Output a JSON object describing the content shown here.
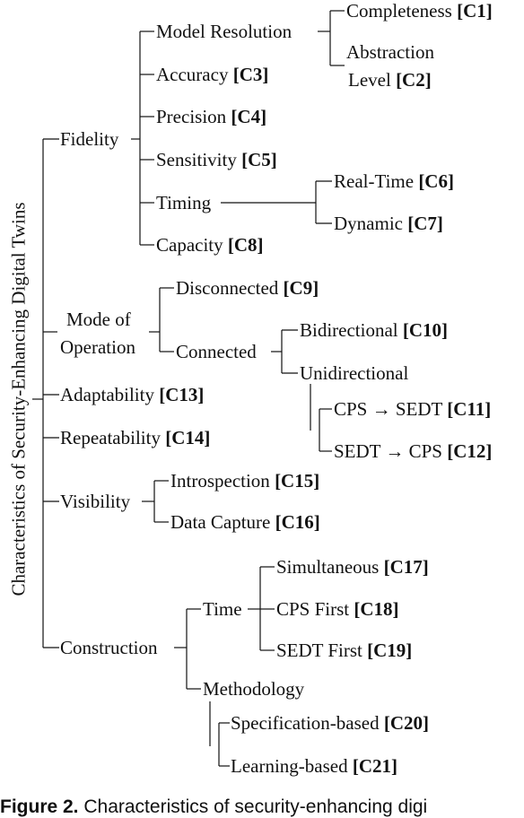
{
  "diagram": {
    "root": "Characteristics of Security-Enhancing Digital Twins",
    "nodes": {
      "fidelity": "Fidelity",
      "model_resolution": "Model Resolution",
      "completeness": {
        "text": "Completeness ",
        "code": "[C1]"
      },
      "abstraction_1": "Abstraction",
      "abstraction_2": {
        "text": "Level ",
        "code": "[C2]"
      },
      "accuracy": {
        "text": "Accuracy ",
        "code": "[C3]"
      },
      "precision": {
        "text": "Precision ",
        "code": "[C4]"
      },
      "sensitivity": {
        "text": "Sensitivity ",
        "code": "[C5]"
      },
      "timing": "Timing",
      "real_time": {
        "text": "Real-Time ",
        "code": "[C6]"
      },
      "dynamic": {
        "text": "Dynamic ",
        "code": "[C7]"
      },
      "capacity": {
        "text": "Capacity ",
        "code": "[C8]"
      },
      "mode_1": "Mode of",
      "mode_2": "Operation",
      "disconnected": {
        "text": "Disconnected ",
        "code": "[C9]"
      },
      "connected": "Connected",
      "bidirectional": {
        "text": "Bidirectional ",
        "code": "[C10]"
      },
      "unidirectional": "Unidirectional",
      "cps_sedt": {
        "text": "CPS → SEDT ",
        "code": "[C11]"
      },
      "sedt_cps": {
        "text": "SEDT → CPS ",
        "code": "[C12]"
      },
      "adaptability": {
        "text": "Adaptability ",
        "code": "[C13]"
      },
      "repeatability": {
        "text": "Repeatability ",
        "code": "[C14]"
      },
      "visibility": "Visibility",
      "introspection": {
        "text": "Introspection ",
        "code": "[C15]"
      },
      "data_capture": {
        "text": "Data Capture ",
        "code": "[C16]"
      },
      "construction": "Construction",
      "time": "Time",
      "simultaneous": {
        "text": "Simultaneous ",
        "code": "[C17]"
      },
      "cps_first": {
        "text": "CPS First ",
        "code": "[C18]"
      },
      "sedt_first": {
        "text": "SEDT First ",
        "code": "[C19]"
      },
      "methodology": "Methodology",
      "spec_based": {
        "text": "Specification-based ",
        "code": "[C20]"
      },
      "learning_based": {
        "text": "Learning-based ",
        "code": "[C21]"
      }
    }
  },
  "caption": {
    "label": "Figure 2.",
    "text": " Characteristics of security-enhancing digi"
  }
}
